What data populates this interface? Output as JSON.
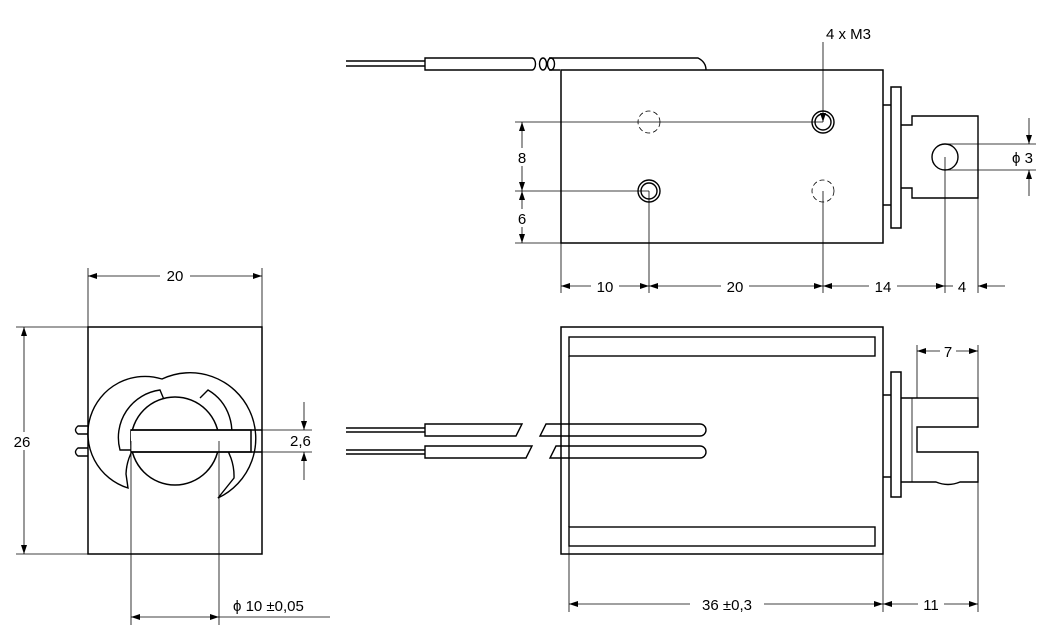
{
  "labels": {
    "dim_top_width": "20",
    "dim_side_height": "26",
    "dim_slot_width": "2,6",
    "dim_plunger_dia": "ϕ  10 ±0,05",
    "dim_mount_holes": "4 x M3",
    "dim_hole_pitch_v1": "8",
    "dim_hole_pitch_v2": "6",
    "dim_hole_x1": "10",
    "dim_hole_x2": "20",
    "dim_to_eye": "14",
    "dim_eye_end": "4",
    "dim_eye_dia": "ϕ 3",
    "dim_slot_depth": "7",
    "dim_body_length": "36 ±0,3",
    "dim_stroke_ext": "11"
  }
}
